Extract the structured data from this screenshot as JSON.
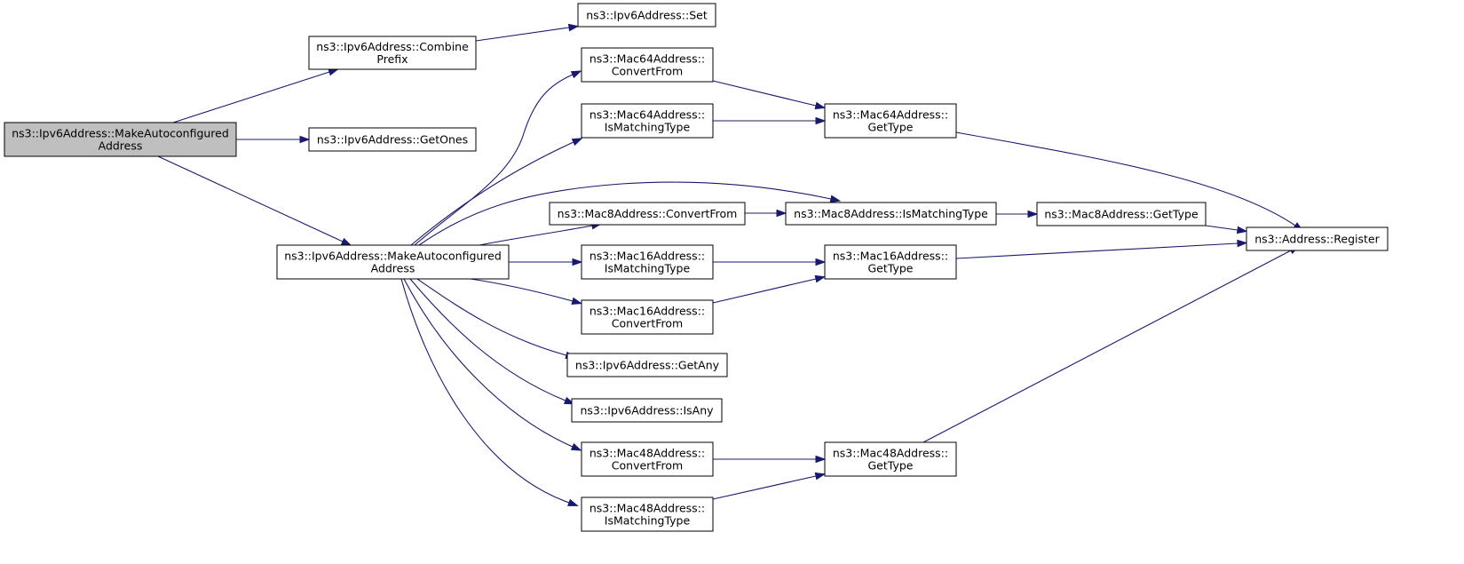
{
  "graph": {
    "nodes": [
      {
        "id": "root",
        "lines": [
          "ns3::Ipv6Address::MakeAutoconfigured",
          "Address"
        ],
        "root": true
      },
      {
        "id": "combine",
        "lines": [
          "ns3::Ipv6Address::Combine",
          "Prefix"
        ]
      },
      {
        "id": "set",
        "lines": [
          "ns3::Ipv6Address::Set"
        ]
      },
      {
        "id": "getones",
        "lines": [
          "ns3::Ipv6Address::GetOnes"
        ]
      },
      {
        "id": "mac",
        "lines": [
          "ns3::Ipv6Address::MakeAutoconfigured",
          "Address"
        ]
      },
      {
        "id": "m64cf",
        "lines": [
          "ns3::Mac64Address::",
          "ConvertFrom"
        ]
      },
      {
        "id": "m64imt",
        "lines": [
          "ns3::Mac64Address::",
          "IsMatchingType"
        ]
      },
      {
        "id": "m64gt",
        "lines": [
          "ns3::Mac64Address::",
          "GetType"
        ]
      },
      {
        "id": "m8cf",
        "lines": [
          "ns3::Mac8Address::ConvertFrom"
        ]
      },
      {
        "id": "m8imt",
        "lines": [
          "ns3::Mac8Address::IsMatchingType"
        ]
      },
      {
        "id": "m8gt",
        "lines": [
          "ns3::Mac8Address::GetType"
        ]
      },
      {
        "id": "reg",
        "lines": [
          "ns3::Address::Register"
        ]
      },
      {
        "id": "m16imt",
        "lines": [
          "ns3::Mac16Address::",
          "IsMatchingType"
        ]
      },
      {
        "id": "m16gt",
        "lines": [
          "ns3::Mac16Address::",
          "GetType"
        ]
      },
      {
        "id": "m16cf",
        "lines": [
          "ns3::Mac16Address::",
          "ConvertFrom"
        ]
      },
      {
        "id": "getany",
        "lines": [
          "ns3::Ipv6Address::GetAny"
        ]
      },
      {
        "id": "isany",
        "lines": [
          "ns3::Ipv6Address::IsAny"
        ]
      },
      {
        "id": "m48cf",
        "lines": [
          "ns3::Mac48Address::",
          "ConvertFrom"
        ]
      },
      {
        "id": "m48gt",
        "lines": [
          "ns3::Mac48Address::",
          "GetType"
        ]
      },
      {
        "id": "m48imt",
        "lines": [
          "ns3::Mac48Address::",
          "IsMatchingType"
        ]
      }
    ],
    "edges": [
      {
        "from": "root",
        "to": "combine"
      },
      {
        "from": "root",
        "to": "getones"
      },
      {
        "from": "root",
        "to": "mac"
      },
      {
        "from": "combine",
        "to": "set"
      },
      {
        "from": "mac",
        "to": "m64cf"
      },
      {
        "from": "mac",
        "to": "m64imt"
      },
      {
        "from": "mac",
        "to": "m8imt"
      },
      {
        "from": "mac",
        "to": "m8cf"
      },
      {
        "from": "mac",
        "to": "m16imt"
      },
      {
        "from": "mac",
        "to": "m16cf"
      },
      {
        "from": "mac",
        "to": "getany"
      },
      {
        "from": "mac",
        "to": "isany"
      },
      {
        "from": "mac",
        "to": "m48cf"
      },
      {
        "from": "mac",
        "to": "m48imt"
      },
      {
        "from": "m64cf",
        "to": "m64gt"
      },
      {
        "from": "m64imt",
        "to": "m64gt"
      },
      {
        "from": "m64gt",
        "to": "reg"
      },
      {
        "from": "m8cf",
        "to": "m8imt"
      },
      {
        "from": "m8imt",
        "to": "m8gt"
      },
      {
        "from": "m8gt",
        "to": "reg"
      },
      {
        "from": "m16imt",
        "to": "m16gt"
      },
      {
        "from": "m16cf",
        "to": "m16gt"
      },
      {
        "from": "m16gt",
        "to": "reg"
      },
      {
        "from": "m48cf",
        "to": "m48gt"
      },
      {
        "from": "m48imt",
        "to": "m48gt"
      },
      {
        "from": "m48gt",
        "to": "reg"
      }
    ]
  }
}
